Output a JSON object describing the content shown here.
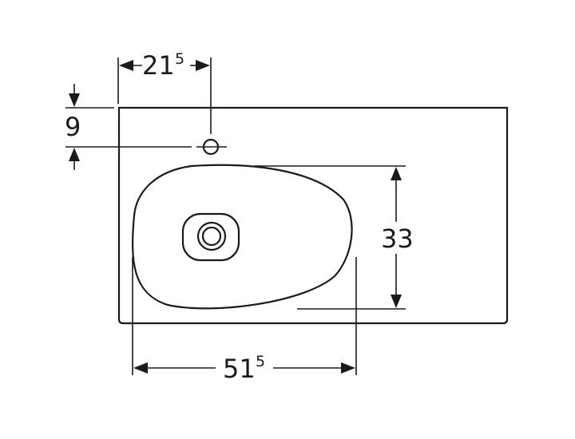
{
  "dimensions": {
    "top_width": {
      "value": "21",
      "superscript": "5"
    },
    "tap_offset": {
      "value": "9"
    },
    "basin_depth": {
      "value": "33"
    },
    "basin_width": {
      "value": "51",
      "superscript": "5"
    }
  },
  "colors": {
    "line": "#1a1a1a",
    "background": "#ffffff"
  }
}
